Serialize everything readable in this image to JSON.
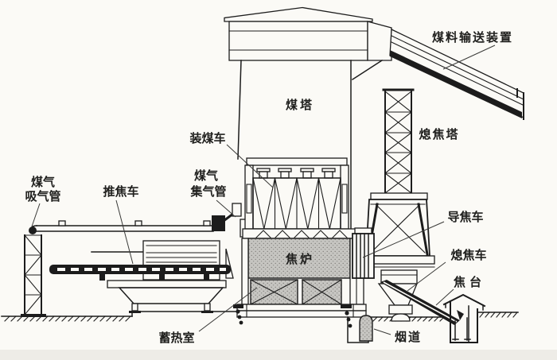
{
  "diagram_title": "coke-oven-plant-cross-section",
  "labels": {
    "conveyor": "煤料输送装置",
    "coal_tower": "煤塔",
    "charging_car": "装煤车",
    "quench_tower": "熄焦塔",
    "gas_suction_line1": "煤气",
    "gas_suction_line2": "吸气管",
    "pusher_car": "推焦车",
    "gas_collecting_line1": "煤气",
    "gas_collecting_line2": "集气管",
    "coke_guide_car": "导焦车",
    "quench_car": "熄焦车",
    "coke_oven": "焦炉",
    "coke_wharf": "焦台",
    "regenerator": "蓄热室",
    "flue": "烟道"
  },
  "colors": {
    "paper": "#fbfaf6",
    "ink": "#1c1c1c",
    "stipple": "#c6c5c1",
    "bottom_strip": "#eeece7"
  }
}
